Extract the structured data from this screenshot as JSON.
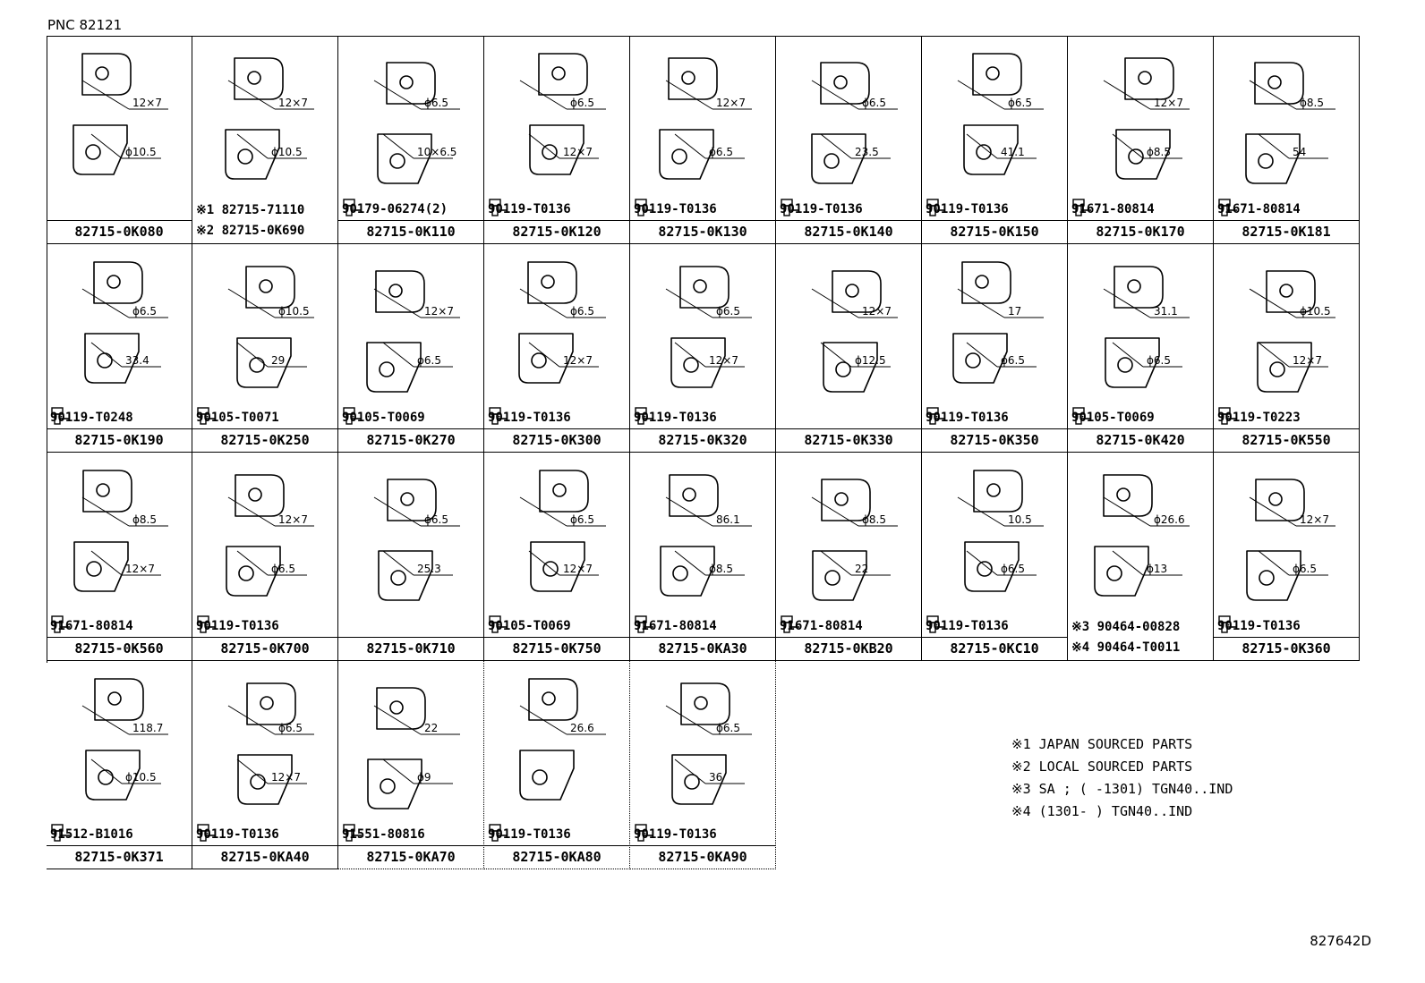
{
  "header": {
    "pnc": "PNC 82121",
    "ref": "827642D"
  },
  "notes": [
    "※1 JAPAN SOURCED PARTS",
    "※2 LOCAL SOURCED PARTS",
    "※3 SA ; (       -1301) TGN40..IND",
    "※4 (1301-       ) TGN40..IND"
  ],
  "rows": [
    [
      {
        "part": "82715-0K080",
        "bolt": "",
        "alts": [
          "",
          ""
        ],
        "dims": [
          "12×7",
          "ϕ10.5"
        ]
      },
      {
        "part": "",
        "bolt": "",
        "alts": [
          "※1 82715-71110",
          "※2 82715-0K690"
        ],
        "dims": [
          "12×7",
          "ϕ10.5"
        ]
      },
      {
        "part": "82715-0K110",
        "bolt": "90179-06274(2)",
        "alts": [
          "",
          ""
        ],
        "dims": [
          "ϕ6.5",
          "10×6.5"
        ]
      },
      {
        "part": "82715-0K120",
        "bolt": "90119-T0136",
        "alts": [
          "",
          ""
        ],
        "dims": [
          "ϕ6.5",
          "12×7"
        ]
      },
      {
        "part": "82715-0K130",
        "bolt": "90119-T0136",
        "alts": [
          "",
          ""
        ],
        "dims": [
          "12×7",
          "ϕ6.5"
        ]
      },
      {
        "part": "82715-0K140",
        "bolt": "90119-T0136",
        "alts": [
          "",
          ""
        ],
        "dims": [
          "ϕ6.5",
          "23.5"
        ]
      },
      {
        "part": "82715-0K150",
        "bolt": "90119-T0136",
        "alts": [
          "",
          ""
        ],
        "dims": [
          "ϕ6.5",
          "41.1"
        ]
      },
      {
        "part": "82715-0K170",
        "bolt": "91671-80814",
        "alts": [
          "",
          ""
        ],
        "dims": [
          "12×7",
          "ϕ8.5"
        ]
      },
      {
        "part": "82715-0K181",
        "bolt": "91671-80814",
        "alts": [
          "",
          ""
        ],
        "dims": [
          "ϕ8.5",
          "54"
        ]
      }
    ],
    [
      {
        "part": "82715-0K190",
        "bolt": "90119-T0248",
        "alts": [
          "",
          ""
        ],
        "dims": [
          "ϕ6.5",
          "33.4"
        ]
      },
      {
        "part": "82715-0K250",
        "bolt": "90105-T0071",
        "alts": [
          "",
          ""
        ],
        "dims": [
          "ϕ10.5",
          "29"
        ]
      },
      {
        "part": "82715-0K270",
        "bolt": "90105-T0069",
        "alts": [
          "",
          ""
        ],
        "dims": [
          "12×7",
          "ϕ6.5"
        ]
      },
      {
        "part": "82715-0K300",
        "bolt": "90119-T0136",
        "alts": [
          "",
          ""
        ],
        "dims": [
          "ϕ6.5",
          "12×7"
        ]
      },
      {
        "part": "82715-0K320",
        "bolt": "90119-T0136",
        "alts": [
          "",
          ""
        ],
        "dims": [
          "ϕ6.5",
          "12×7"
        ]
      },
      {
        "part": "82715-0K330",
        "bolt": "",
        "alts": [
          "",
          ""
        ],
        "dims": [
          "12×7",
          "ϕ12.5"
        ]
      },
      {
        "part": "82715-0K350",
        "bolt": "90119-T0136",
        "alts": [
          "",
          ""
        ],
        "dims": [
          "17",
          "ϕ6.5"
        ]
      },
      {
        "part": "82715-0K420",
        "bolt": "90105-T0069",
        "alts": [
          "",
          ""
        ],
        "dims": [
          "31.1",
          "ϕ6.5"
        ]
      },
      {
        "part": "82715-0K550",
        "bolt": "90119-T0223",
        "alts": [
          "",
          ""
        ],
        "dims": [
          "ϕ10.5",
          "12×7"
        ]
      }
    ],
    [
      {
        "part": "82715-0K560",
        "bolt": "91671-80814",
        "alts": [
          "",
          ""
        ],
        "dims": [
          "ϕ8.5",
          "12×7"
        ]
      },
      {
        "part": "82715-0K700",
        "bolt": "90119-T0136",
        "alts": [
          "",
          ""
        ],
        "dims": [
          "12×7",
          "ϕ6.5"
        ]
      },
      {
        "part": "82715-0K710",
        "bolt": "",
        "alts": [
          "",
          ""
        ],
        "dims": [
          "ϕ6.5",
          "25.3"
        ]
      },
      {
        "part": "82715-0K750",
        "bolt": "90105-T0069",
        "alts": [
          "",
          ""
        ],
        "dims": [
          "ϕ6.5",
          "12×7"
        ]
      },
      {
        "part": "82715-0KA30",
        "bolt": "91671-80814",
        "alts": [
          "",
          ""
        ],
        "dims": [
          "86.1",
          "ϕ8.5"
        ]
      },
      {
        "part": "82715-0KB20",
        "bolt": "91671-80814",
        "alts": [
          "",
          ""
        ],
        "dims": [
          "ϕ8.5",
          "22"
        ]
      },
      {
        "part": "82715-0KC10",
        "bolt": "90119-T0136",
        "alts": [
          "",
          ""
        ],
        "dims": [
          "10.5",
          "ϕ6.5"
        ]
      },
      {
        "part": "",
        "bolt": "",
        "alts": [
          "※3 90464-00828",
          "※4 90464-T0011"
        ],
        "dims": [
          "ϕ26.6",
          "ϕ13"
        ]
      },
      {
        "part": "82715-0K360",
        "bolt": "90119-T0136",
        "alts": [
          "",
          ""
        ],
        "dims": [
          "12×7",
          "ϕ6.5"
        ]
      }
    ],
    [
      {
        "part": "82715-0K371",
        "bolt": "91512-B1016",
        "alts": [
          "",
          ""
        ],
        "dims": [
          "118.7",
          "ϕ10.5"
        ]
      },
      {
        "part": "82715-0KA40",
        "bolt": "90119-T0136",
        "alts": [
          "",
          ""
        ],
        "dims": [
          "ϕ6.5",
          "12×7"
        ]
      },
      {
        "part": "82715-0KA70",
        "bolt": "91551-80816",
        "alts": [
          "",
          ""
        ],
        "dims": [
          "22",
          "ϕ9"
        ]
      },
      {
        "part": "82715-0KA80",
        "bolt": "90119-T0136",
        "alts": [
          "",
          ""
        ],
        "dims": [
          "26.6",
          ""
        ]
      },
      {
        "part": "82715-0KA90",
        "bolt": "90119-T0136",
        "alts": [
          "",
          ""
        ],
        "dims": [
          "ϕ6.5",
          "36"
        ]
      }
    ]
  ]
}
